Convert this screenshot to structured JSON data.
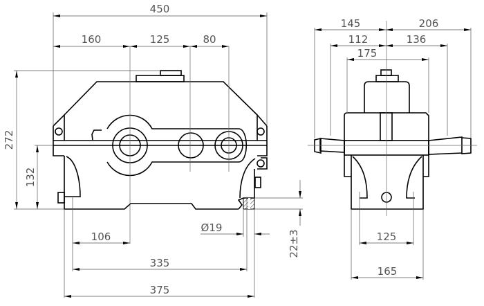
{
  "front_view": {
    "dims": {
      "overall_length": "450",
      "shaft_offset_1": "160",
      "shaft_spacing_1": "125",
      "shaft_spacing_2": "80",
      "overall_height": "272",
      "shaft_height": "132",
      "foot_offset": "106",
      "bolt_spacing": "335",
      "base_length": "375",
      "bolt_hole": "Ø19",
      "foot_thickness": "22±3"
    }
  },
  "side_view": {
    "dims": {
      "left_shaft_extent": "145",
      "right_shaft_extent": "206",
      "left_shaft_shoulder": "112",
      "right_shaft_shoulder": "136",
      "body_width": "175",
      "bolt_spacing": "125",
      "base_width": "165"
    }
  }
}
